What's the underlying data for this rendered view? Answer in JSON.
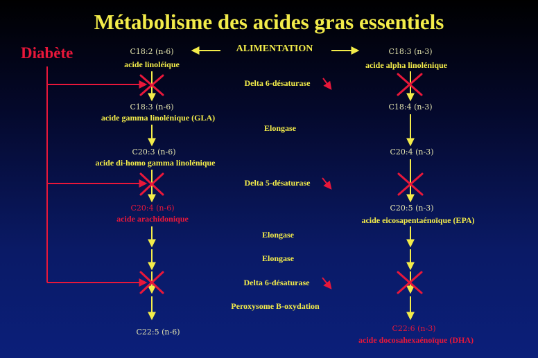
{
  "title": "Métabolisme des acides gras essentiels",
  "diabete": "Diabète",
  "alimentation": "ALIMENTATION",
  "n6": {
    "c18_2": "C18:2 (n-6)",
    "c18_2_name": "acide linoléique",
    "c18_3": "C18:3 (n-6)",
    "c18_3_name": "acide gamma linolénique (GLA)",
    "c20_3": "C20:3 (n-6)",
    "c20_3_name": "acide di-homo gamma linolénique",
    "c20_4": "C20:4 (n-6)",
    "c20_4_name": "acide arachidonique",
    "c22_5": "C22:5 (n-6)"
  },
  "n3": {
    "c18_3": "C18:3 (n-3)",
    "c18_3_name": "acide alpha linolénique",
    "c18_4": "C18:4 (n-3)",
    "c20_4": "C20:4 (n-3)",
    "c20_5": "C20:5 (n-3)",
    "c20_5_name": "acide eicosapentaénoïque (EPA)",
    "c22_6": "C22:6 (n-3)",
    "c22_6_name": "acide docosahexaénoïque (DHA)"
  },
  "enzymes": {
    "d6_1": "Delta 6-désaturase",
    "elong_1": "Elongase",
    "d5": "Delta 5-désaturase",
    "elong_2": "Elongase",
    "elong_3": "Elongase",
    "d6_2": "Delta 6-désaturase",
    "perox": "Peroxysome  B-oxydation"
  },
  "colors": {
    "title": "#f3ec4a",
    "inhibition": "#e8173a",
    "arrow": "#f3ec4a"
  }
}
